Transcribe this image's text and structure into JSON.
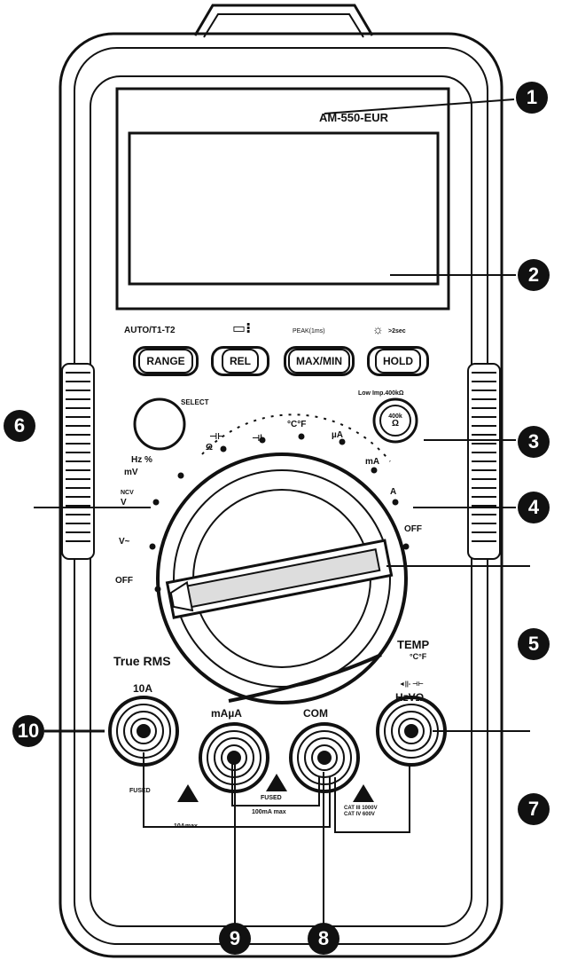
{
  "display": {
    "model": "AM-550-EUR"
  },
  "buttons": {
    "range": {
      "label": "RANGE",
      "caption": "AUTO/T1-T2"
    },
    "rel": {
      "label": "REL",
      "caption": ""
    },
    "maxmin": {
      "label": "MAX/MIN",
      "caption": "PEAK(1ms)"
    },
    "hold": {
      "label": "HOLD",
      "caption": ">2sec"
    }
  },
  "select_button": {
    "label": "SELECT"
  },
  "lowimp_button": {
    "caption": "Low Imp.400kΩ",
    "face_top": "400k",
    "face_bottom": "Ω"
  },
  "dial": {
    "positions": {
      "ohm": "Ω",
      "cap": "⊣⊢",
      "diode": "⊣|",
      "temp": "°C°F",
      "uA": "µA",
      "mA": "mA",
      "A": "A",
      "off_right": "OFF",
      "off_left": "OFF",
      "vac": "V~",
      "ncv": "NCV",
      "vdc": "V",
      "hz": "Hz %",
      "mv": "mV"
    }
  },
  "branding": {
    "true_rms": "True RMS"
  },
  "jacks": {
    "j10a": {
      "label": "10A",
      "note": "FUSED",
      "fuse": "10Amax"
    },
    "ma": {
      "label": "mAµA",
      "note": "FUSED",
      "fuse": "100mA max"
    },
    "com": {
      "label": "COM",
      "cat": "CAT III 1000V CAT IV 600V"
    },
    "v": {
      "label": "HzVΩ",
      "sym": "◄||- ⊣⊢",
      "temp": "TEMP",
      "temp_unit": "°C°F"
    }
  },
  "callouts": [
    "1",
    "2",
    "3",
    "4",
    "5",
    "6",
    "7",
    "8",
    "9",
    "10"
  ]
}
